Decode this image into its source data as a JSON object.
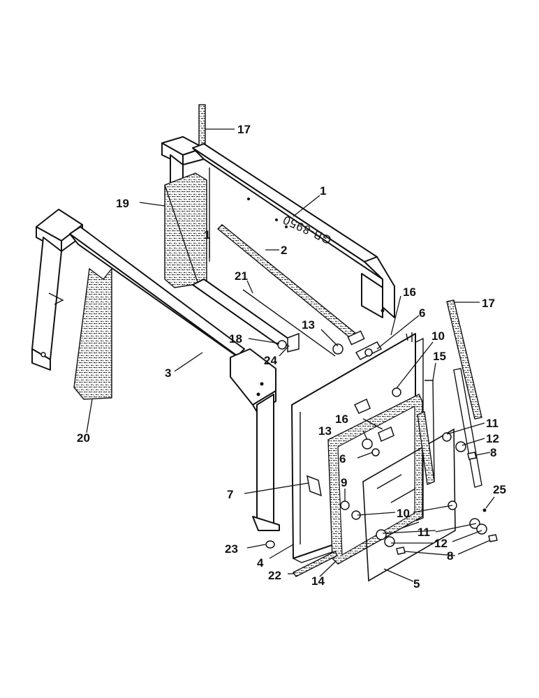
{
  "drawing": {
    "reference_code": "GB-8950",
    "colors": {
      "ink": "#111111",
      "paper": "#ffffff"
    }
  },
  "callouts": [
    {
      "id": "c17a",
      "text": "17"
    },
    {
      "id": "c1a",
      "text": "1"
    },
    {
      "id": "c19",
      "text": "19"
    },
    {
      "id": "c1b",
      "text": "1"
    },
    {
      "id": "c2",
      "text": "2"
    },
    {
      "id": "c21",
      "text": "21"
    },
    {
      "id": "c16a",
      "text": "16"
    },
    {
      "id": "c6a",
      "text": "6"
    },
    {
      "id": "c17b",
      "text": "17"
    },
    {
      "id": "c13a",
      "text": "13"
    },
    {
      "id": "c10a",
      "text": "10"
    },
    {
      "id": "c18",
      "text": "18"
    },
    {
      "id": "c15",
      "text": "15"
    },
    {
      "id": "c24",
      "text": "24"
    },
    {
      "id": "c3",
      "text": "3"
    },
    {
      "id": "c20",
      "text": "20"
    },
    {
      "id": "c16b",
      "text": "16"
    },
    {
      "id": "c11a",
      "text": "11"
    },
    {
      "id": "c13b",
      "text": "13"
    },
    {
      "id": "c12a",
      "text": "12"
    },
    {
      "id": "c8a",
      "text": "8"
    },
    {
      "id": "c6b",
      "text": "6"
    },
    {
      "id": "c9",
      "text": "9"
    },
    {
      "id": "c7",
      "text": "7"
    },
    {
      "id": "c25",
      "text": "25"
    },
    {
      "id": "c10b",
      "text": "10"
    },
    {
      "id": "c11b",
      "text": "11"
    },
    {
      "id": "c12b",
      "text": "12"
    },
    {
      "id": "c23",
      "text": "23"
    },
    {
      "id": "c8b",
      "text": "8"
    },
    {
      "id": "c4",
      "text": "4"
    },
    {
      "id": "c22",
      "text": "22"
    },
    {
      "id": "c14",
      "text": "14"
    },
    {
      "id": "c5",
      "text": "5"
    }
  ]
}
